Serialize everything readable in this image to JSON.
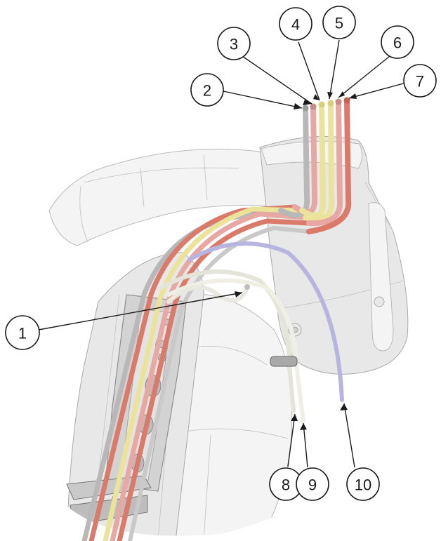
{
  "callouts": [
    {
      "id": "1",
      "label": "1"
    },
    {
      "id": "2",
      "label": "2"
    },
    {
      "id": "3",
      "label": "3"
    },
    {
      "id": "4",
      "label": "4"
    },
    {
      "id": "5",
      "label": "5"
    },
    {
      "id": "6",
      "label": "6"
    },
    {
      "id": "7",
      "label": "7"
    },
    {
      "id": "8",
      "label": "8"
    },
    {
      "id": "9",
      "label": "9"
    },
    {
      "id": "10",
      "label": "10"
    }
  ],
  "colors": {
    "tube_grey": "#b8b8b8",
    "tube_pink": "#e7a7a2",
    "tube_yellow": "#ece39b",
    "tube_red": "#d97a6a",
    "tube_blue": "#b7b5e0",
    "tube_white": "#efefe6",
    "bracket": "#c9c9c9"
  }
}
